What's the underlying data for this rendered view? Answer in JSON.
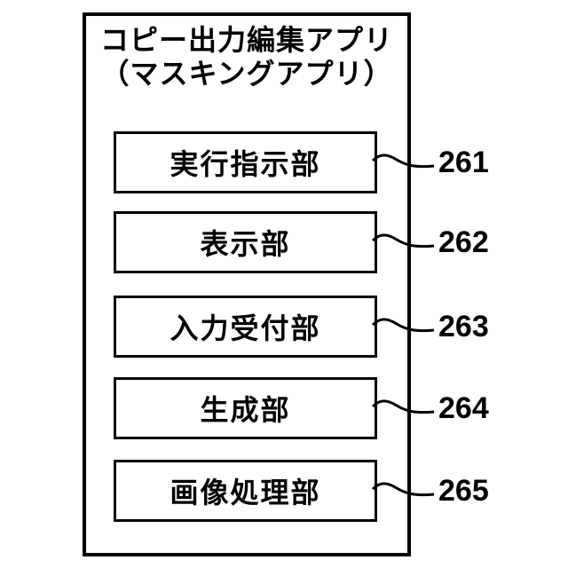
{
  "diagram": {
    "title": {
      "line1": "コピー出力編集アプリ",
      "line2": "（マスキングアプリ）"
    },
    "boxes": [
      {
        "label": "実行指示部",
        "ref": "261"
      },
      {
        "label": "表示部",
        "ref": "262"
      },
      {
        "label": "入力受付部",
        "ref": "263"
      },
      {
        "label": "生成部",
        "ref": "264"
      },
      {
        "label": "画像処理部",
        "ref": "265"
      }
    ],
    "colors": {
      "line": "#000000",
      "background": "#ffffff"
    }
  }
}
